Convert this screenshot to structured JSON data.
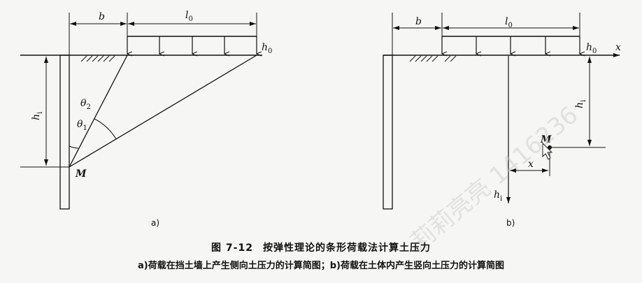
{
  "diagram_a": {
    "label_b": "b",
    "label_l0": "l",
    "label_l0_sub": "0",
    "label_h0": "h",
    "label_h0_sub": "0",
    "label_hi": "h",
    "label_hi_sub": "i",
    "label_theta2": "θ",
    "label_theta2_sub": "2",
    "label_theta1": "θ",
    "label_theta1_sub": "1",
    "label_M": "M",
    "panel_label": "a)"
  },
  "diagram_b": {
    "label_b": "b",
    "label_l0": "l",
    "label_l0_sub": "0",
    "label_h0": "h",
    "label_h0_sub": "0",
    "label_x_axis": "x",
    "label_hi_dim": "h",
    "label_hi_dim_sub": "i",
    "label_M": "M",
    "label_x_offset": "x",
    "label_hi_axis": "h",
    "label_hi_axis_sub": "i",
    "panel_label": "b)"
  },
  "caption": {
    "figure_no": "图 7-12",
    "title": "按弹性理论的条形荷载法计算土压力",
    "subtitle": "a)荷载在挡土墙上产生侧向土压力的计算简图；b)荷载在土体内产生竖向土压力的计算简图"
  },
  "watermark": {
    "text": "莉莉亮亮 1416236"
  }
}
